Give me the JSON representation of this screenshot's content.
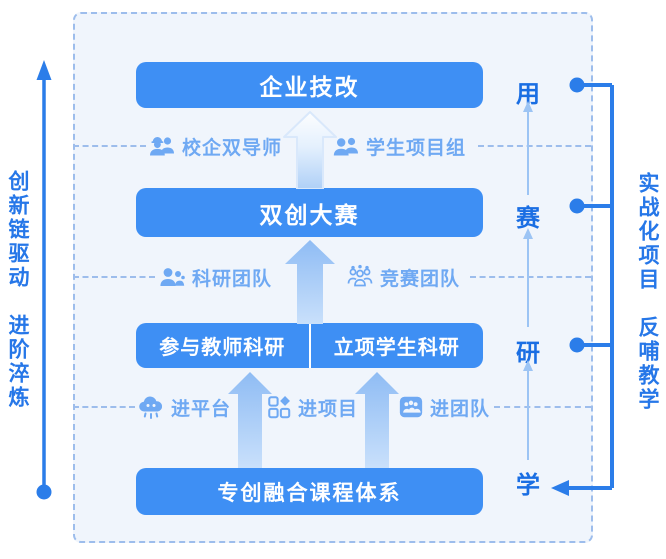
{
  "rails": {
    "left": "创新链驱动　进阶淬炼",
    "right": "实战化项目　反哺教学"
  },
  "flow": {
    "top_box": "企业技改",
    "contest_box": "双创大赛",
    "research_left_box": "参与教师科研",
    "research_right_box": "立项学生科研",
    "course_box": "专创融合课程体系"
  },
  "label_rows": {
    "row1": {
      "left": "校企双导师",
      "right": "学生项目组"
    },
    "row2": {
      "left": "科研团队",
      "right": "竞赛团队"
    },
    "row3": {
      "first": "进平台",
      "second": "进项目",
      "third": "进团队"
    }
  },
  "stages": {
    "use": "用",
    "contest": "赛",
    "research": "研",
    "learn": "学"
  },
  "colors": {
    "box_blue": "#3E8FF4",
    "label_blue": "#6FA9F3",
    "stage_blue": "#1A6EE3",
    "rail_blue": "#2677E8",
    "line_blue": "#2B7DE9",
    "dash_blue": "#9DBDEC",
    "thin_arrow_blue": "#9CC4F4",
    "panel_bg": "#F0F5FC"
  }
}
